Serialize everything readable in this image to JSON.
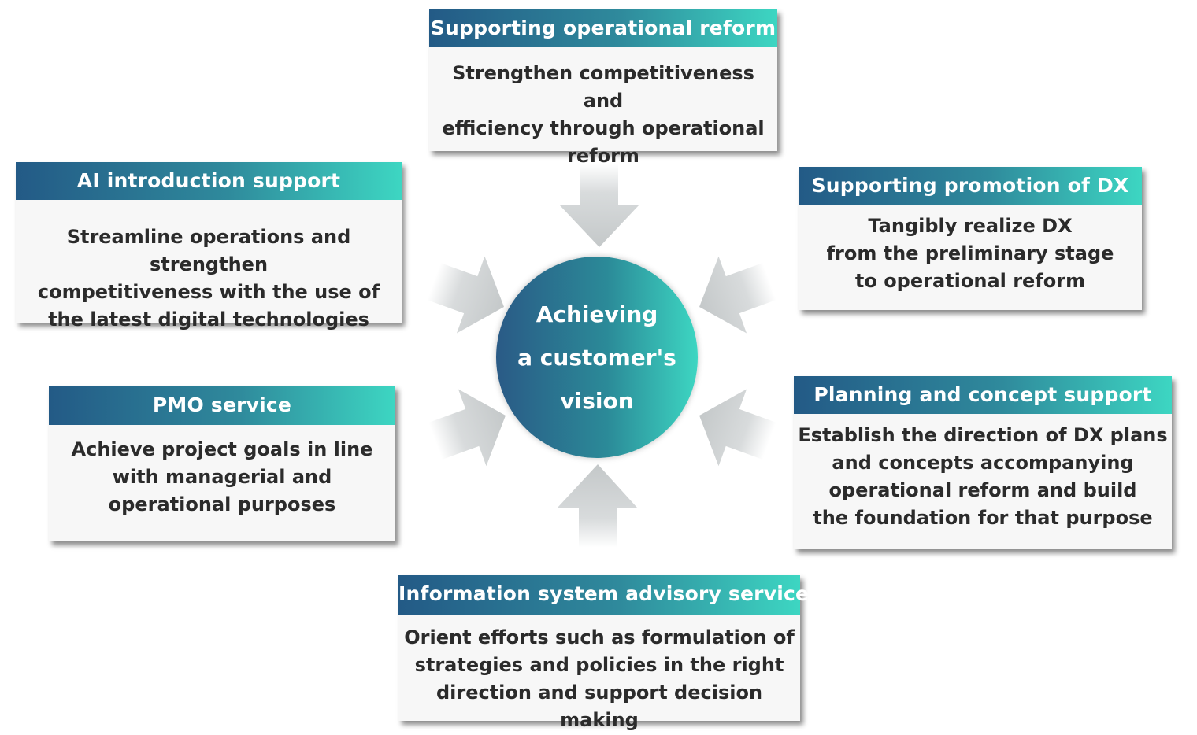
{
  "center": {
    "label": "Achieving\na customer's\nvision"
  },
  "cards": {
    "operational_reform": {
      "title": "Supporting operational reform",
      "body": "Strengthen competitiveness and\nefficiency through operational\nreform"
    },
    "ai_support": {
      "title": "AI introduction support",
      "body": "Streamline operations and strengthen\ncompetitiveness with the use of\nthe latest digital technologies"
    },
    "dx_promotion": {
      "title": "Supporting promotion of DX",
      "body": "Tangibly realize DX\nfrom the preliminary stage\nto operational reform"
    },
    "pmo": {
      "title": "PMO service",
      "body": "Achieve project goals in line\nwith managerial and\noperational purposes"
    },
    "planning": {
      "title": "Planning and concept  support",
      "body": "Establish the direction of DX plans\nand concepts accompanying\noperational reform and build\nthe foundation for that purpose"
    },
    "advisory": {
      "title": "Information system advisory service",
      "body": "Orient efforts such as formulation of\nstrategies and policies in the right\ndirection and support decision making"
    }
  },
  "colors": {
    "header_start": "#235a86",
    "header_end": "#3dd6c2",
    "arrow": "#cfd3d4",
    "card_bg": "#f7f7f7",
    "body_text": "#2b2b2b"
  }
}
